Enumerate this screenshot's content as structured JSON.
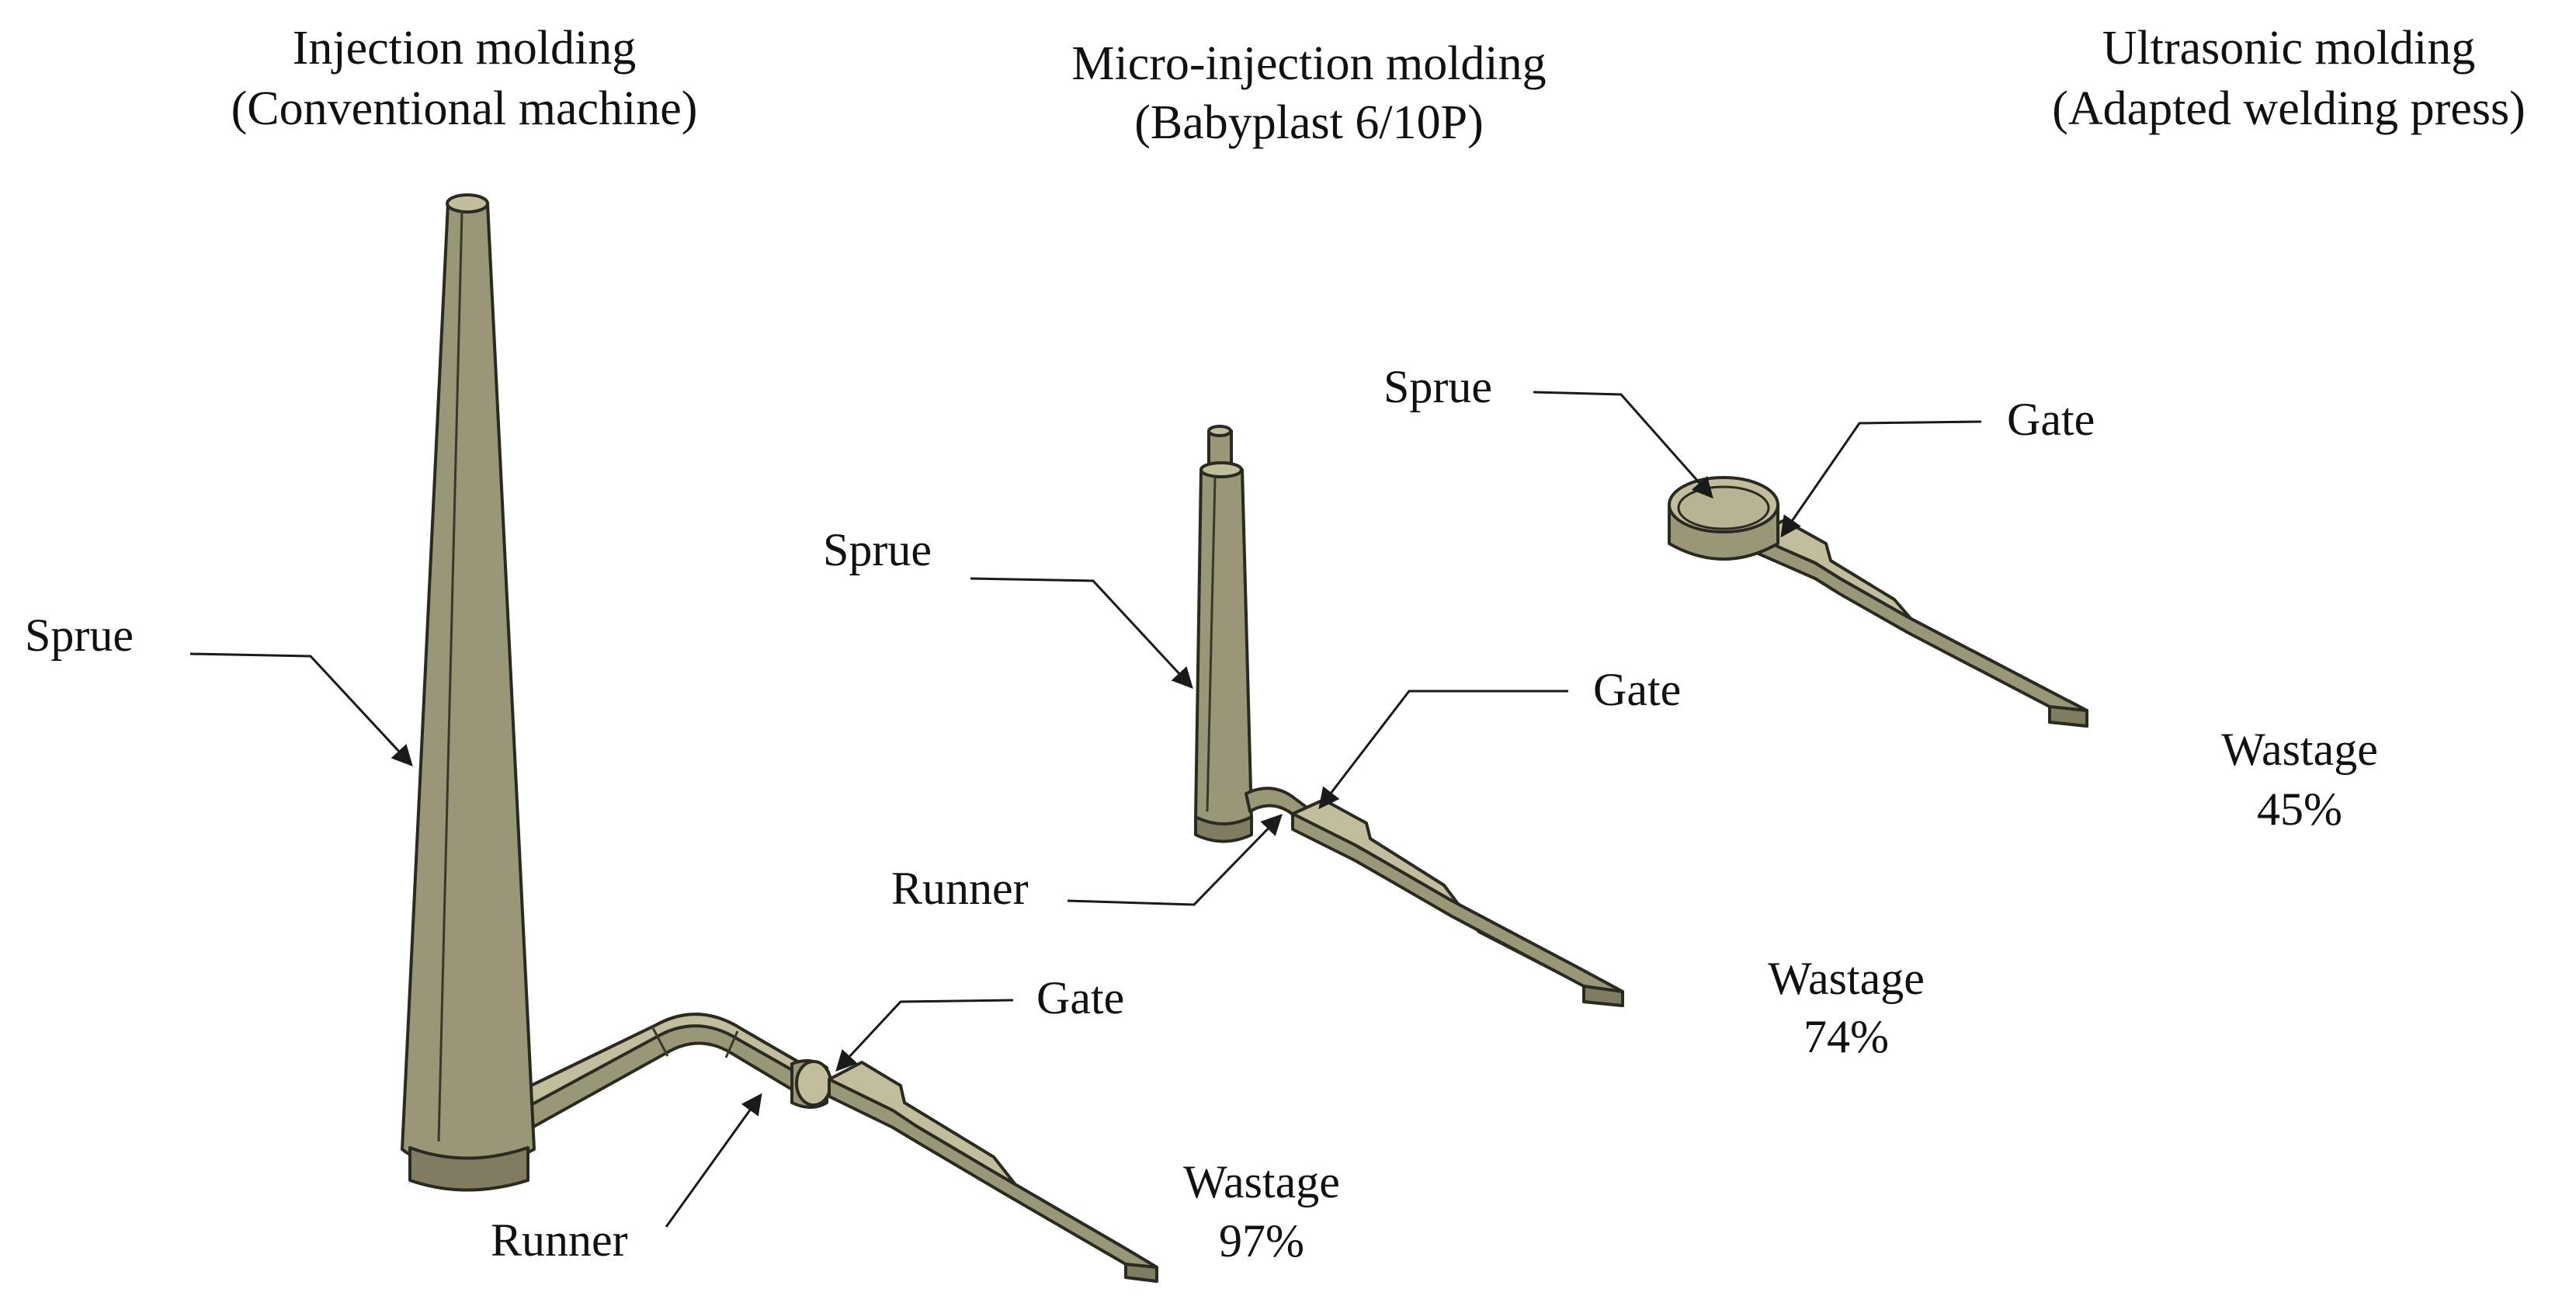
{
  "colors": {
    "part_body": "#9a9678",
    "part_light": "#c2bd9c",
    "part_dark": "#807c62",
    "outline": "#2b2a20",
    "text": "#111111"
  },
  "sections": [
    {
      "title_line1": "Injection molding",
      "title_line2": "(Conventional machine)",
      "sprue_label": "Sprue",
      "runner_label": "Runner",
      "gate_label": "Gate",
      "wastage_label": "Wastage",
      "wastage_value": "97%"
    },
    {
      "title_line1": "Micro-injection molding",
      "title_line2": "(Babyplast 6/10P)",
      "sprue_label": "Sprue",
      "runner_label": "Runner",
      "gate_label": "Gate",
      "wastage_label": "Wastage",
      "wastage_value": "74%"
    },
    {
      "title_line1": "Ultrasonic molding",
      "title_line2": "(Adapted welding press)",
      "sprue_label": "Sprue",
      "gate_label": "Gate",
      "wastage_label": "Wastage",
      "wastage_value": "45%"
    }
  ]
}
